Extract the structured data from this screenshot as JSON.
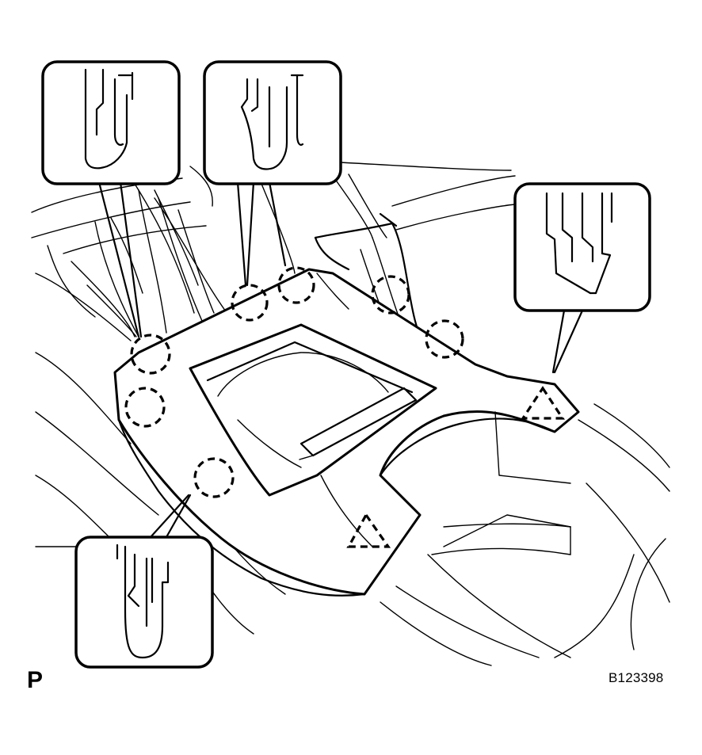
{
  "diagram": {
    "view_label": "P",
    "figure_code": "B123398",
    "callouts": [
      {
        "id": "claw-detail-left-top",
        "icon": "clip-claw-icon"
      },
      {
        "id": "claw-detail-center-top",
        "icon": "clip-claw-icon"
      },
      {
        "id": "claw-detail-right",
        "icon": "clip-claw-icon"
      },
      {
        "id": "claw-detail-bottom-left",
        "icon": "clip-claw-icon"
      }
    ],
    "markers": {
      "clip_circles": 7,
      "guide_triangles": 2
    },
    "colors": {
      "ink": "#000000",
      "paper": "#ffffff"
    }
  }
}
